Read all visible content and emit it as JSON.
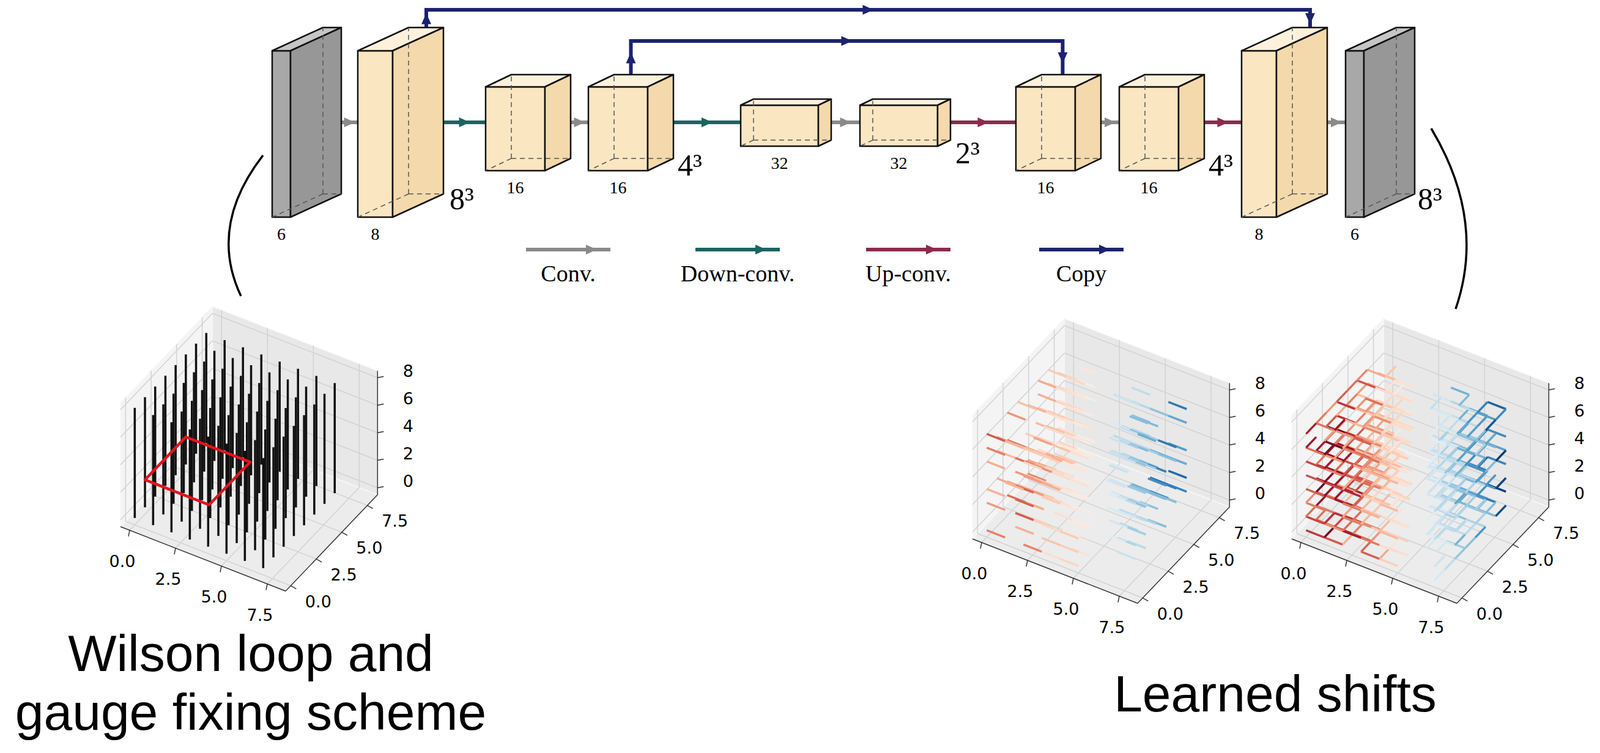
{
  "diagram": {
    "nodes": [
      {
        "text": [
          "6"
        ]
      },
      {
        "text": [
          "8"
        ]
      },
      {
        "text": [
          "16"
        ]
      },
      {
        "text": [
          "16"
        ]
      },
      {
        "text": [
          "32"
        ]
      },
      {
        "text": [
          "32"
        ]
      },
      {
        "text": [
          "16"
        ]
      },
      {
        "text": [
          "16"
        ]
      },
      {
        "text": [
          "8"
        ]
      },
      {
        "text": [
          "6"
        ]
      }
    ],
    "edges": [
      {
        "from": 0,
        "to": 1,
        "arrow": "to"
      },
      {
        "from": 1,
        "to": 2,
        "arrow": "to"
      },
      {
        "from": 2,
        "to": 3,
        "arrow": "to"
      },
      {
        "from": 3,
        "to": 4,
        "arrow": "to"
      },
      {
        "from": 4,
        "to": 5,
        "arrow": "to"
      },
      {
        "from": 5,
        "to": 6,
        "arrow": "to"
      },
      {
        "from": 6,
        "to": 7,
        "arrow": "to"
      },
      {
        "from": 7,
        "to": 8,
        "arrow": "to"
      },
      {
        "from": 8,
        "to": 9,
        "arrow": "to"
      },
      {
        "from": 1,
        "to": 8,
        "arrow": "to"
      },
      {
        "from": 3,
        "to": 6,
        "arrow": "to"
      }
    ],
    "labels": [
      "8³",
      "4³",
      "2³",
      "4³",
      "8³",
      "0.0",
      "2.5",
      "5.0",
      "7.5",
      "0.0",
      "2.5",
      "5.0",
      "7.5",
      "0",
      "2",
      "4",
      "6",
      "8",
      "0.0",
      "2.5",
      "5.0",
      "7.5",
      "0.0",
      "2.5",
      "5.0",
      "7.5",
      "0",
      "2",
      "4",
      "6",
      "8",
      "0.0",
      "2.5",
      "5.0",
      "7.5",
      "0.0",
      "2.5",
      "5.0",
      "7.5",
      "0",
      "2",
      "4",
      "6",
      "8",
      "Wilson loop and gauge fixing scheme",
      "Learned shifts"
    ],
    "legend": [
      {
        "text": "Conv."
      },
      {
        "text": "Down-conv."
      },
      {
        "text": "Up-conv."
      },
      {
        "text": "Copy"
      }
    ]
  }
}
